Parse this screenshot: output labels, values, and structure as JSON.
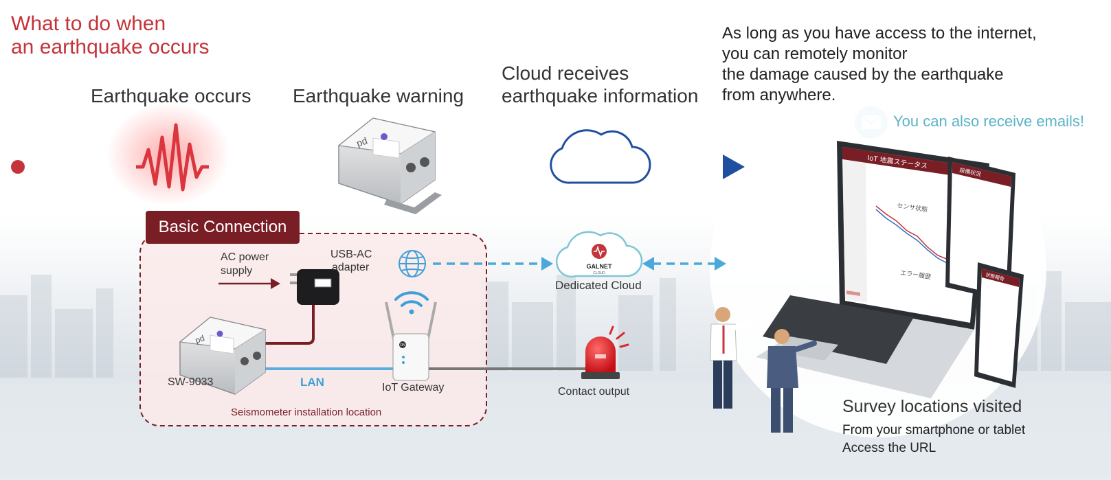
{
  "header": {
    "title_line1": "What to do when",
    "title_line2": "an earthquake occurs"
  },
  "steps": {
    "occurs": "Earthquake occurs",
    "warning": "Earthquake warning",
    "cloud_line1": "Cloud receives",
    "cloud_line2": "earthquake information"
  },
  "internet": {
    "line1": "As long as you have access to the internet,",
    "line2": "you can remotely monitor",
    "line3": "the damage caused by the earthquake",
    "line4": "from anywhere."
  },
  "email_note": "You can also receive emails!",
  "basic": {
    "badge": "Basic Connection",
    "ac_line1": "AC power",
    "ac_line2": "supply",
    "usb_line1": "USB-AC",
    "usb_line2": "adapter",
    "sensor": "SW-9033",
    "lan": "LAN",
    "gateway": "IoT Gateway",
    "location": "Seismometer installation location",
    "gateway_button": "ON",
    "device_logo": "pd"
  },
  "cloud": {
    "label": "Dedicated Cloud",
    "brand": "GALNET",
    "brand_sub": "CLOUD"
  },
  "contact": "Contact output",
  "survey": {
    "title": "Survey locations visited",
    "line1": "From your smartphone or tablet",
    "line2": "Access the URL"
  },
  "screen": {
    "header_text": "IoT 地震ステータス",
    "chart_label": "センサ状態",
    "chart_label2": "エラー履歴",
    "tablet_header": "設備状況",
    "phone_header": "状態報告"
  },
  "colors": {
    "accent_red": "#c4343a",
    "dark_red": "#7a1e26",
    "line_blue": "#1f4fa0",
    "dash_blue": "#4aa8dc",
    "email_teal": "#5ab4c8"
  },
  "icons": [
    "seismic-wave-icon",
    "cloud-icon",
    "globe-icon",
    "wifi-icon",
    "envelope-icon",
    "siren-icon",
    "arrow-right-icon"
  ]
}
